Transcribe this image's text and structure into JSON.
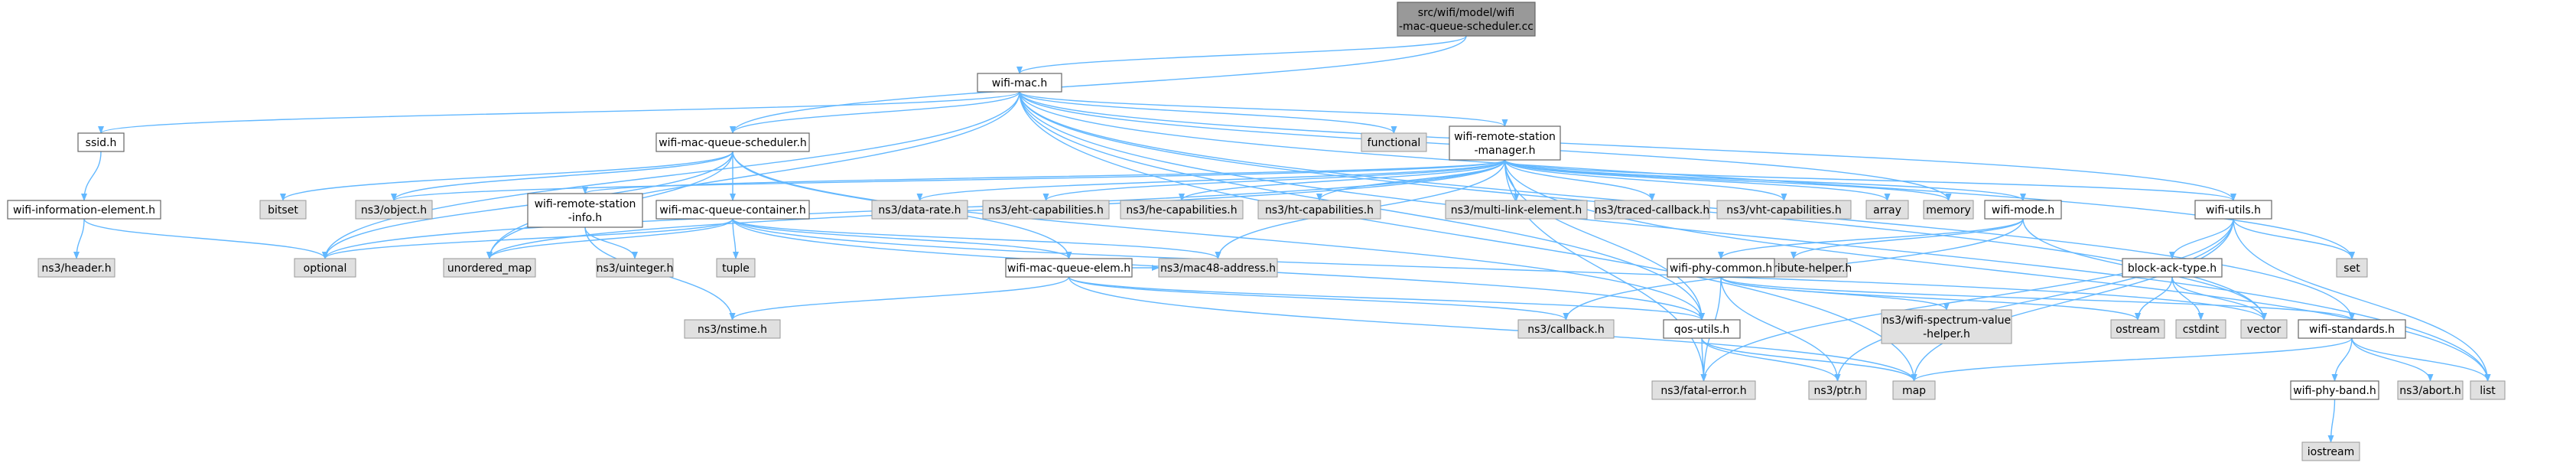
{
  "nodes": [
    {
      "id": "root",
      "kind": "root",
      "lines": [
        "src/wifi/model/wifi",
        "-mac-queue-scheduler.cc"
      ]
    },
    {
      "id": "wifimac",
      "kind": "proj",
      "lines": [
        "wifi-mac.h"
      ]
    },
    {
      "id": "ssid",
      "kind": "proj",
      "lines": [
        "ssid.h"
      ]
    },
    {
      "id": "wifiie",
      "kind": "proj",
      "lines": [
        "wifi-information-element.h"
      ]
    },
    {
      "id": "header",
      "kind": "sys",
      "lines": [
        "ns3/header.h"
      ]
    },
    {
      "id": "wmqs",
      "kind": "proj",
      "lines": [
        "wifi-mac-queue-scheduler.h"
      ]
    },
    {
      "id": "functional",
      "kind": "sys",
      "lines": [
        "functional"
      ]
    },
    {
      "id": "wrsm",
      "kind": "proj",
      "lines": [
        "wifi-remote-station",
        "-manager.h"
      ]
    },
    {
      "id": "bitset",
      "kind": "sys",
      "lines": [
        "bitset"
      ]
    },
    {
      "id": "object",
      "kind": "sys",
      "lines": [
        "ns3/object.h"
      ]
    },
    {
      "id": "datarate",
      "kind": "sys",
      "lines": [
        "ns3/data-rate.h"
      ]
    },
    {
      "id": "eht",
      "kind": "sys",
      "lines": [
        "ns3/eht-capabilities.h"
      ]
    },
    {
      "id": "he",
      "kind": "sys",
      "lines": [
        "ns3/he-capabilities.h"
      ]
    },
    {
      "id": "ht",
      "kind": "sys",
      "lines": [
        "ns3/ht-capabilities.h"
      ]
    },
    {
      "id": "mle",
      "kind": "sys",
      "lines": [
        "ns3/multi-link-element.h"
      ]
    },
    {
      "id": "traced",
      "kind": "sys",
      "lines": [
        "ns3/traced-callback.h"
      ]
    },
    {
      "id": "vht",
      "kind": "sys",
      "lines": [
        "ns3/vht-capabilities.h"
      ]
    },
    {
      "id": "array",
      "kind": "sys",
      "lines": [
        "array"
      ]
    },
    {
      "id": "memory",
      "kind": "sys",
      "lines": [
        "memory"
      ]
    },
    {
      "id": "wrsi",
      "kind": "proj",
      "lines": [
        "wifi-remote-station",
        "-info.h"
      ]
    },
    {
      "id": "wmqc",
      "kind": "proj",
      "lines": [
        "wifi-mac-queue-container.h"
      ]
    },
    {
      "id": "wifimode",
      "kind": "proj",
      "lines": [
        "wifi-mode.h"
      ]
    },
    {
      "id": "wifiutils",
      "kind": "proj",
      "lines": [
        "wifi-utils.h"
      ]
    },
    {
      "id": "set",
      "kind": "sys",
      "lines": [
        "set"
      ]
    },
    {
      "id": "optional",
      "kind": "sys",
      "lines": [
        "optional"
      ]
    },
    {
      "id": "umap",
      "kind": "sys",
      "lines": [
        "unordered_map"
      ]
    },
    {
      "id": "uinteger",
      "kind": "sys",
      "lines": [
        "ns3/uinteger.h"
      ]
    },
    {
      "id": "tuple",
      "kind": "sys",
      "lines": [
        "tuple"
      ]
    },
    {
      "id": "mac48",
      "kind": "sys",
      "lines": [
        "ns3/mac48-address.h"
      ]
    },
    {
      "id": "attrhelper",
      "kind": "sys",
      "lines": [
        "ns3/attribute-helper.h"
      ]
    },
    {
      "id": "wmqe",
      "kind": "proj",
      "lines": [
        "wifi-mac-queue-elem.h"
      ]
    },
    {
      "id": "wpc",
      "kind": "proj",
      "lines": [
        "wifi-phy-common.h"
      ]
    },
    {
      "id": "bat",
      "kind": "proj",
      "lines": [
        "block-ack-type.h"
      ]
    },
    {
      "id": "nstime",
      "kind": "sys",
      "lines": [
        "ns3/nstime.h"
      ]
    },
    {
      "id": "callback",
      "kind": "sys",
      "lines": [
        "ns3/callback.h"
      ]
    },
    {
      "id": "qos",
      "kind": "proj",
      "lines": [
        "qos-utils.h"
      ]
    },
    {
      "id": "wsvh",
      "kind": "sys",
      "lines": [
        "ns3/wifi-spectrum-value",
        "-helper.h"
      ]
    },
    {
      "id": "ostream",
      "kind": "sys",
      "lines": [
        "ostream"
      ]
    },
    {
      "id": "cstdint",
      "kind": "sys",
      "lines": [
        "cstdint"
      ]
    },
    {
      "id": "vector",
      "kind": "sys",
      "lines": [
        "vector"
      ]
    },
    {
      "id": "wstd",
      "kind": "proj",
      "lines": [
        "wifi-standards.h"
      ]
    },
    {
      "id": "fatal",
      "kind": "sys",
      "lines": [
        "ns3/fatal-error.h"
      ]
    },
    {
      "id": "ptr",
      "kind": "sys",
      "lines": [
        "ns3/ptr.h"
      ]
    },
    {
      "id": "map",
      "kind": "sys",
      "lines": [
        "map"
      ]
    },
    {
      "id": "wpb",
      "kind": "proj",
      "lines": [
        "wifi-phy-band.h"
      ]
    },
    {
      "id": "abort",
      "kind": "sys",
      "lines": [
        "ns3/abort.h"
      ]
    },
    {
      "id": "list",
      "kind": "sys",
      "lines": [
        "list"
      ]
    },
    {
      "id": "iostream",
      "kind": "sys",
      "lines": [
        "iostream"
      ]
    }
  ],
  "edges": [
    [
      "root",
      "wifimac"
    ],
    [
      "root",
      "wmqs"
    ],
    [
      "wifimac",
      "ssid"
    ],
    [
      "wifimac",
      "wmqs"
    ],
    [
      "wifimac",
      "functional"
    ],
    [
      "wifimac",
      "wrsm"
    ],
    [
      "wifimac",
      "optional"
    ],
    [
      "wifimac",
      "umap"
    ],
    [
      "wifimac",
      "memory"
    ],
    [
      "wifimac",
      "set"
    ],
    [
      "wifimac",
      "vector"
    ],
    [
      "wifimac",
      "map"
    ],
    [
      "wifimac",
      "list"
    ],
    [
      "wifimac",
      "wstd"
    ],
    [
      "wifimac",
      "qos"
    ],
    [
      "wifimac",
      "wifiutils"
    ],
    [
      "ssid",
      "wifiie"
    ],
    [
      "wifiie",
      "header"
    ],
    [
      "wifiie",
      "optional"
    ],
    [
      "wmqs",
      "bitset"
    ],
    [
      "wmqs",
      "object"
    ],
    [
      "wmqs",
      "optional"
    ],
    [
      "wmqs",
      "wmqc"
    ],
    [
      "wmqs",
      "umap"
    ],
    [
      "wmqs",
      "wmqe"
    ],
    [
      "wmqs",
      "qos"
    ],
    [
      "wrsm",
      "object"
    ],
    [
      "wrsm",
      "datarate"
    ],
    [
      "wrsm",
      "eht"
    ],
    [
      "wrsm",
      "he"
    ],
    [
      "wrsm",
      "ht"
    ],
    [
      "wrsm",
      "mle"
    ],
    [
      "wrsm",
      "traced"
    ],
    [
      "wrsm",
      "vht"
    ],
    [
      "wrsm",
      "array"
    ],
    [
      "wrsm",
      "memory"
    ],
    [
      "wrsm",
      "wrsi"
    ],
    [
      "wrsm",
      "wifimode"
    ],
    [
      "wrsm",
      "wifiutils"
    ],
    [
      "wrsm",
      "optional"
    ],
    [
      "wrsm",
      "umap"
    ],
    [
      "wrsm",
      "mac48"
    ],
    [
      "wrsm",
      "qos"
    ],
    [
      "wrsm",
      "list"
    ],
    [
      "wrsm",
      "fatal"
    ],
    [
      "wrsi",
      "uinteger"
    ],
    [
      "wrsi",
      "nstime"
    ],
    [
      "wmqc",
      "optional"
    ],
    [
      "wmqc",
      "umap"
    ],
    [
      "wmqc",
      "tuple"
    ],
    [
      "wmqc",
      "mac48"
    ],
    [
      "wmqc",
      "wmqe"
    ],
    [
      "wmqc",
      "qos"
    ],
    [
      "wmqc",
      "vector"
    ],
    [
      "wifimode",
      "attrhelper"
    ],
    [
      "wifimode",
      "callback"
    ],
    [
      "wifimode",
      "wpc"
    ],
    [
      "wifimode",
      "vector"
    ],
    [
      "wifiutils",
      "bat"
    ],
    [
      "wifiutils",
      "set"
    ],
    [
      "wifiutils",
      "list"
    ],
    [
      "wifiutils",
      "map"
    ],
    [
      "wifiutils",
      "ptr"
    ],
    [
      "wifiutils",
      "fatal"
    ],
    [
      "wmqe",
      "nstime"
    ],
    [
      "wmqe",
      "callback"
    ],
    [
      "wmqe",
      "mac48"
    ],
    [
      "wmqe",
      "qos"
    ],
    [
      "wmqe",
      "map"
    ],
    [
      "wpc",
      "ostream"
    ],
    [
      "wpc",
      "wsvh"
    ],
    [
      "wpc",
      "wstd"
    ],
    [
      "wpc",
      "ptr"
    ],
    [
      "wpc",
      "fatal"
    ],
    [
      "bat",
      "ostream"
    ],
    [
      "bat",
      "cstdint"
    ],
    [
      "bat",
      "vector"
    ],
    [
      "qos",
      "fatal"
    ],
    [
      "qos",
      "ptr"
    ],
    [
      "qos",
      "map"
    ],
    [
      "wstd",
      "map"
    ],
    [
      "wstd",
      "wpb"
    ],
    [
      "wstd",
      "abort"
    ],
    [
      "wstd",
      "list"
    ],
    [
      "wpb",
      "iostream"
    ]
  ]
}
